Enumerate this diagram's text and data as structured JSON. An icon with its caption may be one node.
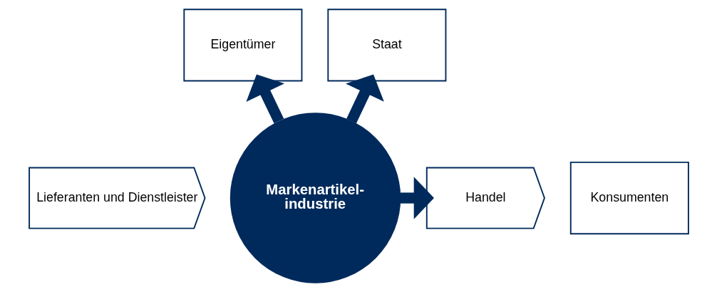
{
  "diagram": {
    "nodes": [
      {
        "text": [
          "Eigentümer"
        ]
      },
      {
        "text": [
          "Staat"
        ]
      },
      {
        "text": [
          "Lieferanten und Dienstleister"
        ]
      },
      {
        "text": [
          "Markenartikel- industrie"
        ]
      },
      {
        "text": [
          "Handel"
        ]
      },
      {
        "text": [
          "Konsumenten"
        ]
      }
    ],
    "edges": [
      {
        "from": 3,
        "to": 0,
        "arrow": "to"
      },
      {
        "from": 3,
        "to": 1,
        "arrow": "to"
      },
      {
        "from": 3,
        "to": 4,
        "arrow": "to"
      }
    ]
  }
}
